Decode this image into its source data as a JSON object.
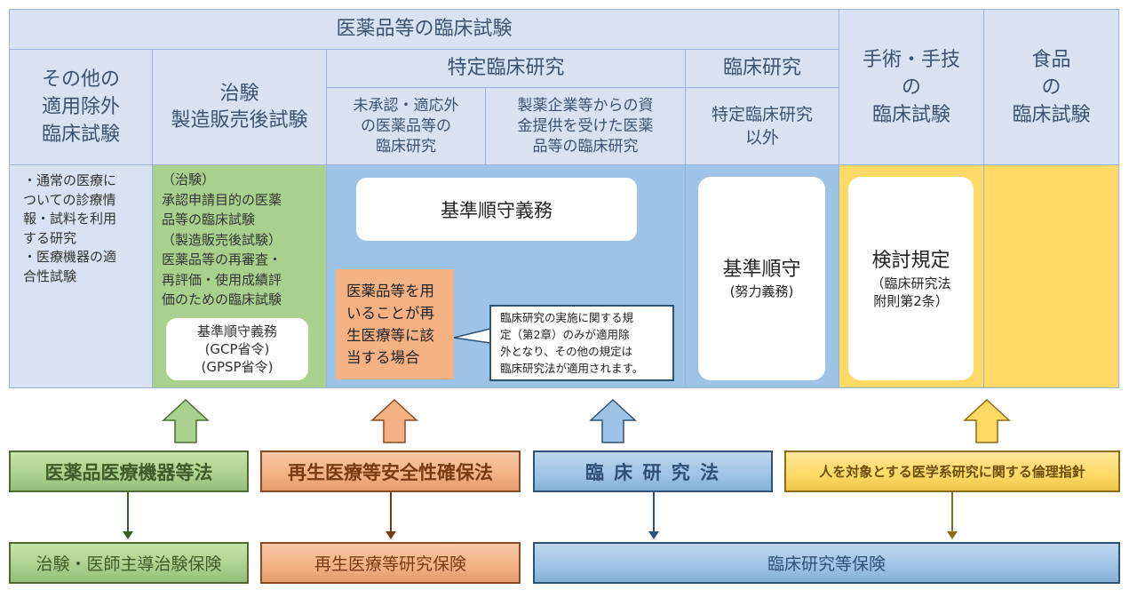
{
  "header": {
    "top_title": "医薬品等の臨床試験",
    "col_other": "その他の\n適用除外\n臨床試験",
    "col_chiken": "治験\n製造販売後試験",
    "col_tokutei": "特定臨床研究",
    "col_tokutei_a": "未承認・適応外\nの医薬品等の\n臨床研究",
    "col_tokutei_b": "製薬企業等からの資\n金提供を受けた医薬\n品等の臨床研究",
    "col_rinsho": "臨床研究",
    "col_rinsho_sub": "特定臨床研究\n以外",
    "col_shujutsu": "手術・手技\nの\n臨床試験",
    "col_food": "食品\nの\n臨床試験"
  },
  "body": {
    "other_text": "・通常の医療に\nついての診療情\n報・試料を利用\nする研究\n・医療機器の適\n合性試験",
    "chiken_text": "（治験）\n承認申請目的の医薬\n品等の臨床試験\n（製造販売後試験）\n医薬品等の再審査・\n再評価・使用成績評\n価のための臨床試験",
    "chiken_box": "基準順守義務\n(GCP省令)\n(GPSP省令)",
    "tokutei_box": "基準順守義務",
    "regen_box": "医薬品等を用\nいることが再\n生医療等に該\n当する場合",
    "callout": "臨床研究の実施に関する規\n定（第2章）のみが適用除\n外となり、その他の規定は\n臨床研究法が適用されます。",
    "rinsho_box_main": "基準順守",
    "rinsho_box_sub": "(努力義務)",
    "shujutsu_box_main": "検討規定",
    "shujutsu_box_sub": "（臨床研究法\n附則第2条）"
  },
  "laws": [
    {
      "label": "医薬品医療機器等法",
      "color": "green"
    },
    {
      "label": "再生医療等安全性確保法",
      "color": "orange"
    },
    {
      "label": "臨 床 研 究 法",
      "color": "blue"
    },
    {
      "label": "人を対象とする医学系研究に関する倫理指針",
      "color": "yellow"
    }
  ],
  "insurance": [
    {
      "label": "治験・医師主導治験保険"
    },
    {
      "label": "再生医療等研究保険"
    },
    {
      "label": "臨床研究等保険"
    }
  ],
  "colors": {
    "header_bg": "#d9e2f3",
    "green": "#a9d18e",
    "blue": "#9dc3e6",
    "orange": "#f4b183",
    "yellow": "#ffd966"
  },
  "icons": {
    "arrow_up": "arrow-up-icon",
    "arrow_down": "arrow-down-icon"
  }
}
